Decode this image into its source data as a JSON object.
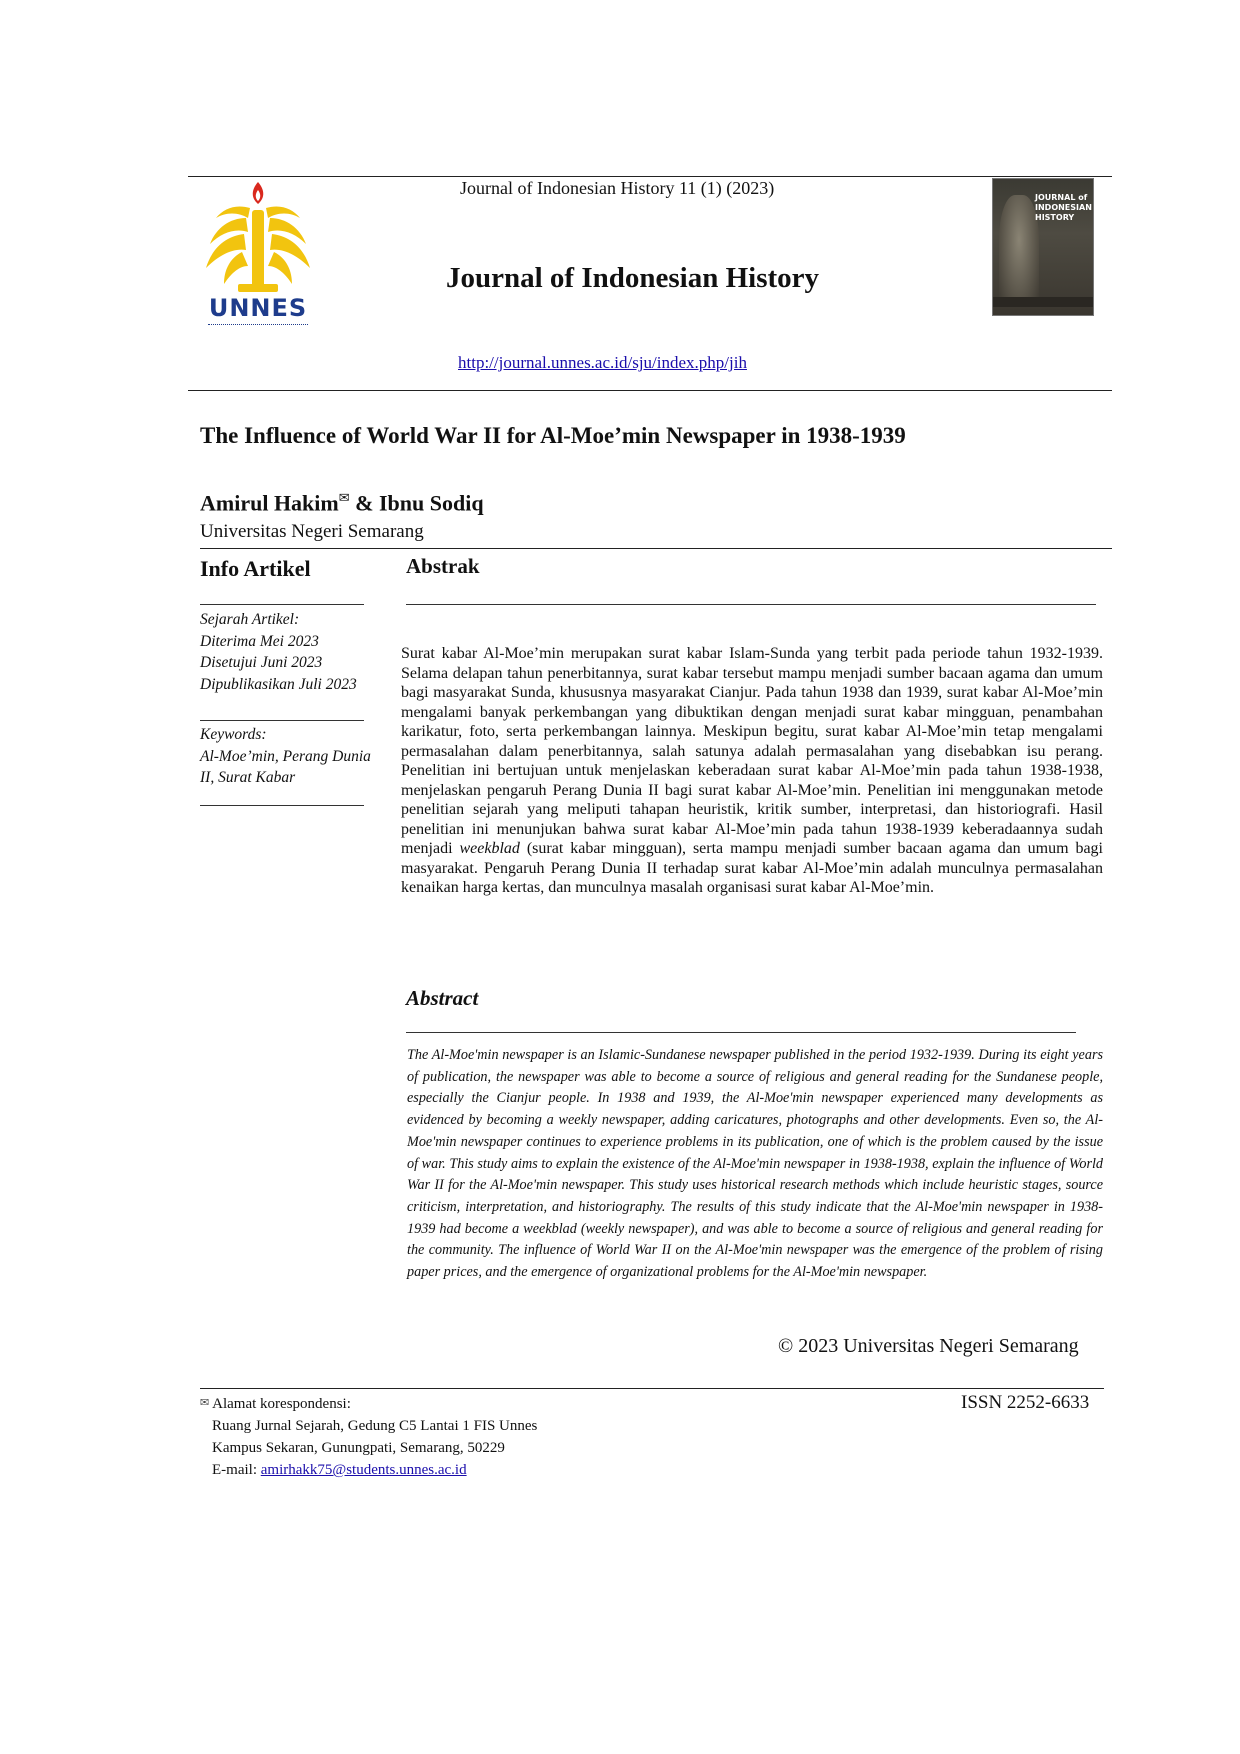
{
  "header": {
    "journal_line": "Journal of Indonesian History 11 (1) (2023)",
    "journal_title": "Journal of Indonesian History",
    "url": "http://journal.unnes.ac.id/sju/index.php/jih",
    "logo_text": "UNNES",
    "cover_title": "JOURNAL of INDONESIAN HISTORY"
  },
  "article": {
    "title": "The Influence of World War II for Al-Moe’min Newspaper in 1938-1939",
    "author1": "Amirul Hakim",
    "author_mark": "✉",
    "author2": " & Ibnu Sodiq",
    "affiliation": "Universitas Negeri Semarang"
  },
  "info": {
    "heading": "Info Artikel",
    "history_label": "Sejarah Artikel:",
    "received": "Diterima Mei 2023",
    "approved": "Disetujui Juni 2023",
    "published": "Dipublikasikan Juli 2023",
    "keywords_label": "Keywords:",
    "keywords_line1": "Al-Moe’min, Perang Dunia",
    "keywords_line2": "II, Surat Kabar"
  },
  "abstrak": {
    "heading": "Abstrak",
    "text_before_italic": "Surat kabar Al-Moe’min merupakan surat kabar Islam-Sunda yang terbit pada periode tahun 1932-1939. Selama delapan tahun penerbitannya, surat kabar tersebut mampu menjadi sumber bacaan agama dan umum bagi masyarakat Sunda, khususnya masyarakat Cianjur. Pada tahun 1938 dan 1939, surat kabar Al-Moe’min mengalami banyak perkembangan yang dibuktikan dengan menjadi surat kabar mingguan, penambahan karikatur, foto, serta perkembangan lainnya. Meskipun begitu, surat kabar Al-Moe’min tetap mengalami permasalahan dalam penerbitannya, salah satunya adalah permasalahan yang disebabkan isu perang. Penelitian ini bertujuan untuk menjelaskan keberadaan surat kabar Al-Moe’min pada tahun 1938-1938, menjelaskan pengaruh Perang Dunia II bagi surat kabar Al-Moe’min. Penelitian ini menggunakan metode penelitian sejarah yang meliputi tahapan heuristik, kritik sumber, interpretasi, dan historiografi. Hasil penelitian ini menunjukan bahwa surat kabar Al-Moe’min pada tahun 1938-1939 keberadaannya sudah menjadi ",
    "italic_word": "weekblad",
    "text_after_italic": " (surat kabar mingguan), serta mampu menjadi sumber bacaan agama dan umum bagi masyarakat. Pengaruh Perang Dunia II terhadap surat kabar Al-Moe’min adalah munculnya permasalahan kenaikan harga kertas, dan munculnya masalah organisasi surat kabar Al-Moe’min."
  },
  "abstract": {
    "heading": "Abstract",
    "text": "The Al-Moe'min newspaper is an Islamic-Sundanese newspaper published in the period 1932-1939. During its eight years of publication, the newspaper was able to become a source of religious and general reading for the Sundanese people, especially the Cianjur people. In 1938 and 1939, the Al-Moe'min newspaper experienced many developments as evidenced by becoming a weekly newspaper, adding caricatures, photographs and other developments. Even so, the Al-Moe'min newspaper continues to experience problems in its publication, one of which is the problem caused by the issue of war. This study aims to explain the existence of the Al-Moe'min newspaper in 1938-1938, explain the influence of World War II for the Al-Moe'min newspaper. This study uses historical research methods which include heuristic stages, source criticism, interpretation, and historiography. The results of this study indicate that the Al-Moe'min newspaper in 1938-1939 had become a weekblad (weekly newspaper), and was able to become a source of religious and general reading for the community. The influence of World War II on the Al-Moe'min newspaper was the emergence of the problem of rising paper prices, and the emergence of organizational problems for the Al-Moe'min newspaper."
  },
  "footer": {
    "copyright": "© 2023 Universitas Negeri Semarang",
    "issn": "ISSN 2252-6633",
    "corr_mark": "✉",
    "corr_label": " Alamat korespondensi:",
    "corr_line1": "Ruang Jurnal Sejarah, Gedung C5  Lantai 1  FIS Unnes",
    "corr_line2": "Kampus Sekaran, Gunungpati, Semarang, 50229",
    "email_label": "E-mail: ",
    "email": "amirhakk75@students.unnes.ac.id"
  }
}
